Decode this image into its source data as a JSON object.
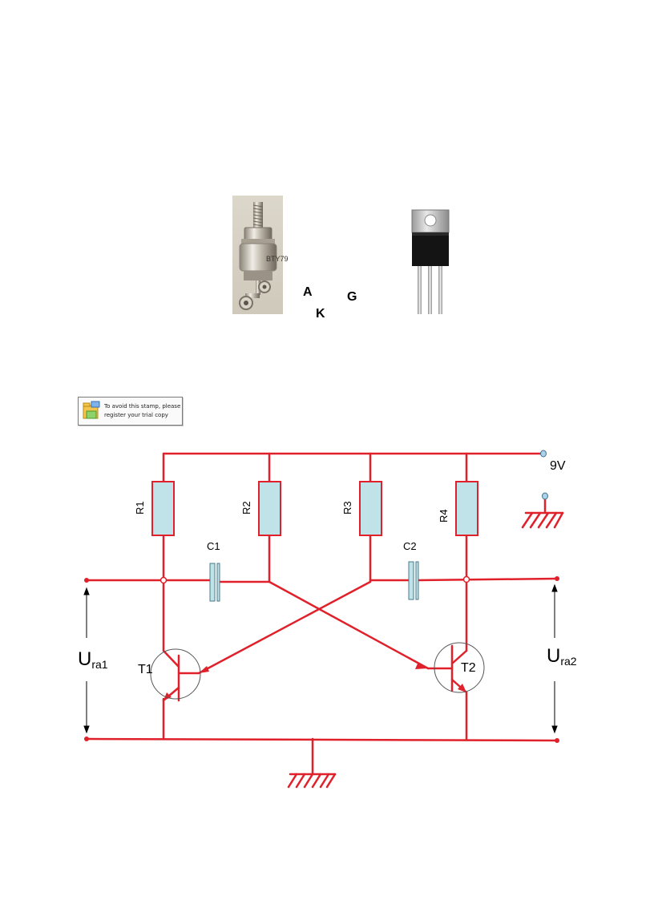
{
  "photos": {
    "stud_thyristor": {
      "marking": "BTY79"
    },
    "to220_thyristor": {}
  },
  "pin_labels": {
    "anode": "A",
    "gate": "G",
    "cathode": "K"
  },
  "stamp": {
    "text": "To avoid this stamp, please register your trial copy"
  },
  "schematic": {
    "supply_label": "9V",
    "resistors": [
      "R1",
      "R2",
      "R3",
      "R4"
    ],
    "capacitors": [
      "C1",
      "C2"
    ],
    "transistors": [
      "T1",
      "T2"
    ],
    "output1": {
      "main": "U",
      "sub": "ra1"
    },
    "output2": {
      "main": "U",
      "sub": "ra2"
    },
    "colors": {
      "wire": "#e0202a",
      "component_fill": "#bfe3e8",
      "component_stroke": "#e0202a",
      "terminal": "#a9d3ea"
    }
  }
}
